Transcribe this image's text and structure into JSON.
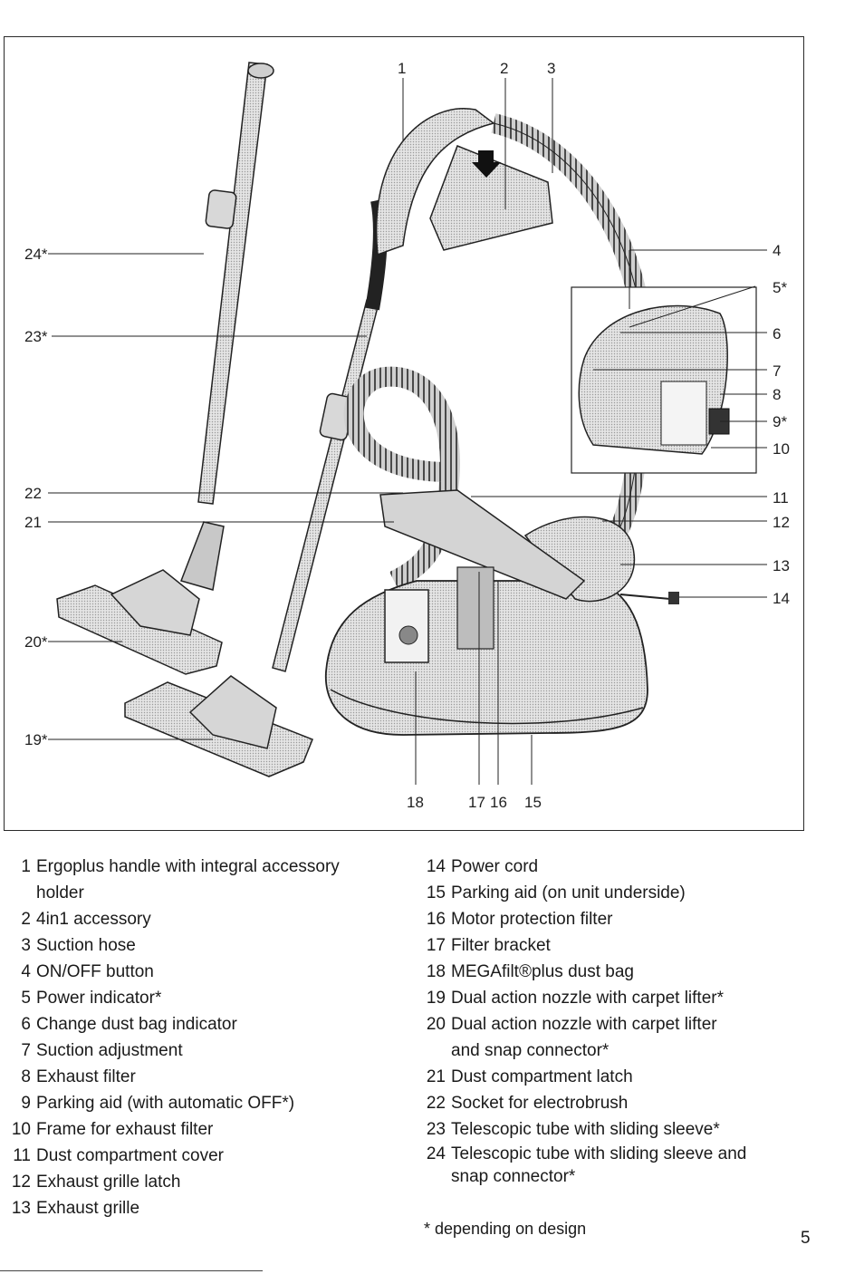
{
  "figure": {
    "callouts": {
      "c1": "1",
      "c2": "2",
      "c3": "3",
      "c4": "4",
      "c5": "5*",
      "c6": "6",
      "c7": "7",
      "c8": "8",
      "c9": "9*",
      "c10": "10",
      "c11": "11",
      "c12": "12",
      "c13": "13",
      "c14": "14",
      "c15": "15",
      "c16": "16",
      "c17": "17",
      "c18": "18",
      "c19": "19*",
      "c20": "20*",
      "c21": "21",
      "c22": "22",
      "c23": "23*",
      "c24": "24*"
    }
  },
  "legend": {
    "left": [
      {
        "num": "1",
        "text": "Ergoplus handle with integral accessory"
      },
      {
        "num": "",
        "text": "holder"
      },
      {
        "num": "2",
        "text": "4in1 accessory"
      },
      {
        "num": "3",
        "text": "Suction hose"
      },
      {
        "num": "4",
        "text": "ON/OFF button"
      },
      {
        "num": "5",
        "text": "Power indicator*"
      },
      {
        "num": "6",
        "text": "Change dust bag indicator"
      },
      {
        "num": "7",
        "text": "Suction adjustment"
      },
      {
        "num": "8",
        "text": "Exhaust filter"
      },
      {
        "num": "9",
        "text": "Parking aid (with automatic OFF*)"
      },
      {
        "num": "10",
        "text": "Frame for exhaust filter"
      },
      {
        "num": "11",
        "text": "Dust compartment cover"
      },
      {
        "num": "12",
        "text": "Exhaust grille latch"
      },
      {
        "num": "13",
        "text": "Exhaust grille"
      }
    ],
    "right": [
      {
        "num": "14",
        "text": "Power cord"
      },
      {
        "num": "15",
        "text": "Parking aid (on unit underside)"
      },
      {
        "num": "16",
        "text": "Motor protection filter"
      },
      {
        "num": "17",
        "text": "Filter bracket"
      },
      {
        "num": "18",
        "text": "MEGAfilt®plus dust bag"
      },
      {
        "num": "19",
        "text": "Dual action nozzle with carpet lifter*"
      },
      {
        "num": "20",
        "text": "Dual action nozzle with carpet lifter"
      },
      {
        "num": "",
        "text": "and snap connector*"
      },
      {
        "num": "21",
        "text": "Dust compartment latch"
      },
      {
        "num": "22",
        "text": "Socket for electrobrush"
      },
      {
        "num": "23",
        "text": "Telescopic tube with sliding sleeve*"
      },
      {
        "num": "24",
        "text": "Telescopic tube with sliding sleeve and"
      },
      {
        "num": "",
        "text": "snap connector*"
      }
    ]
  },
  "footnote": "* depending on design",
  "page_number": "5"
}
